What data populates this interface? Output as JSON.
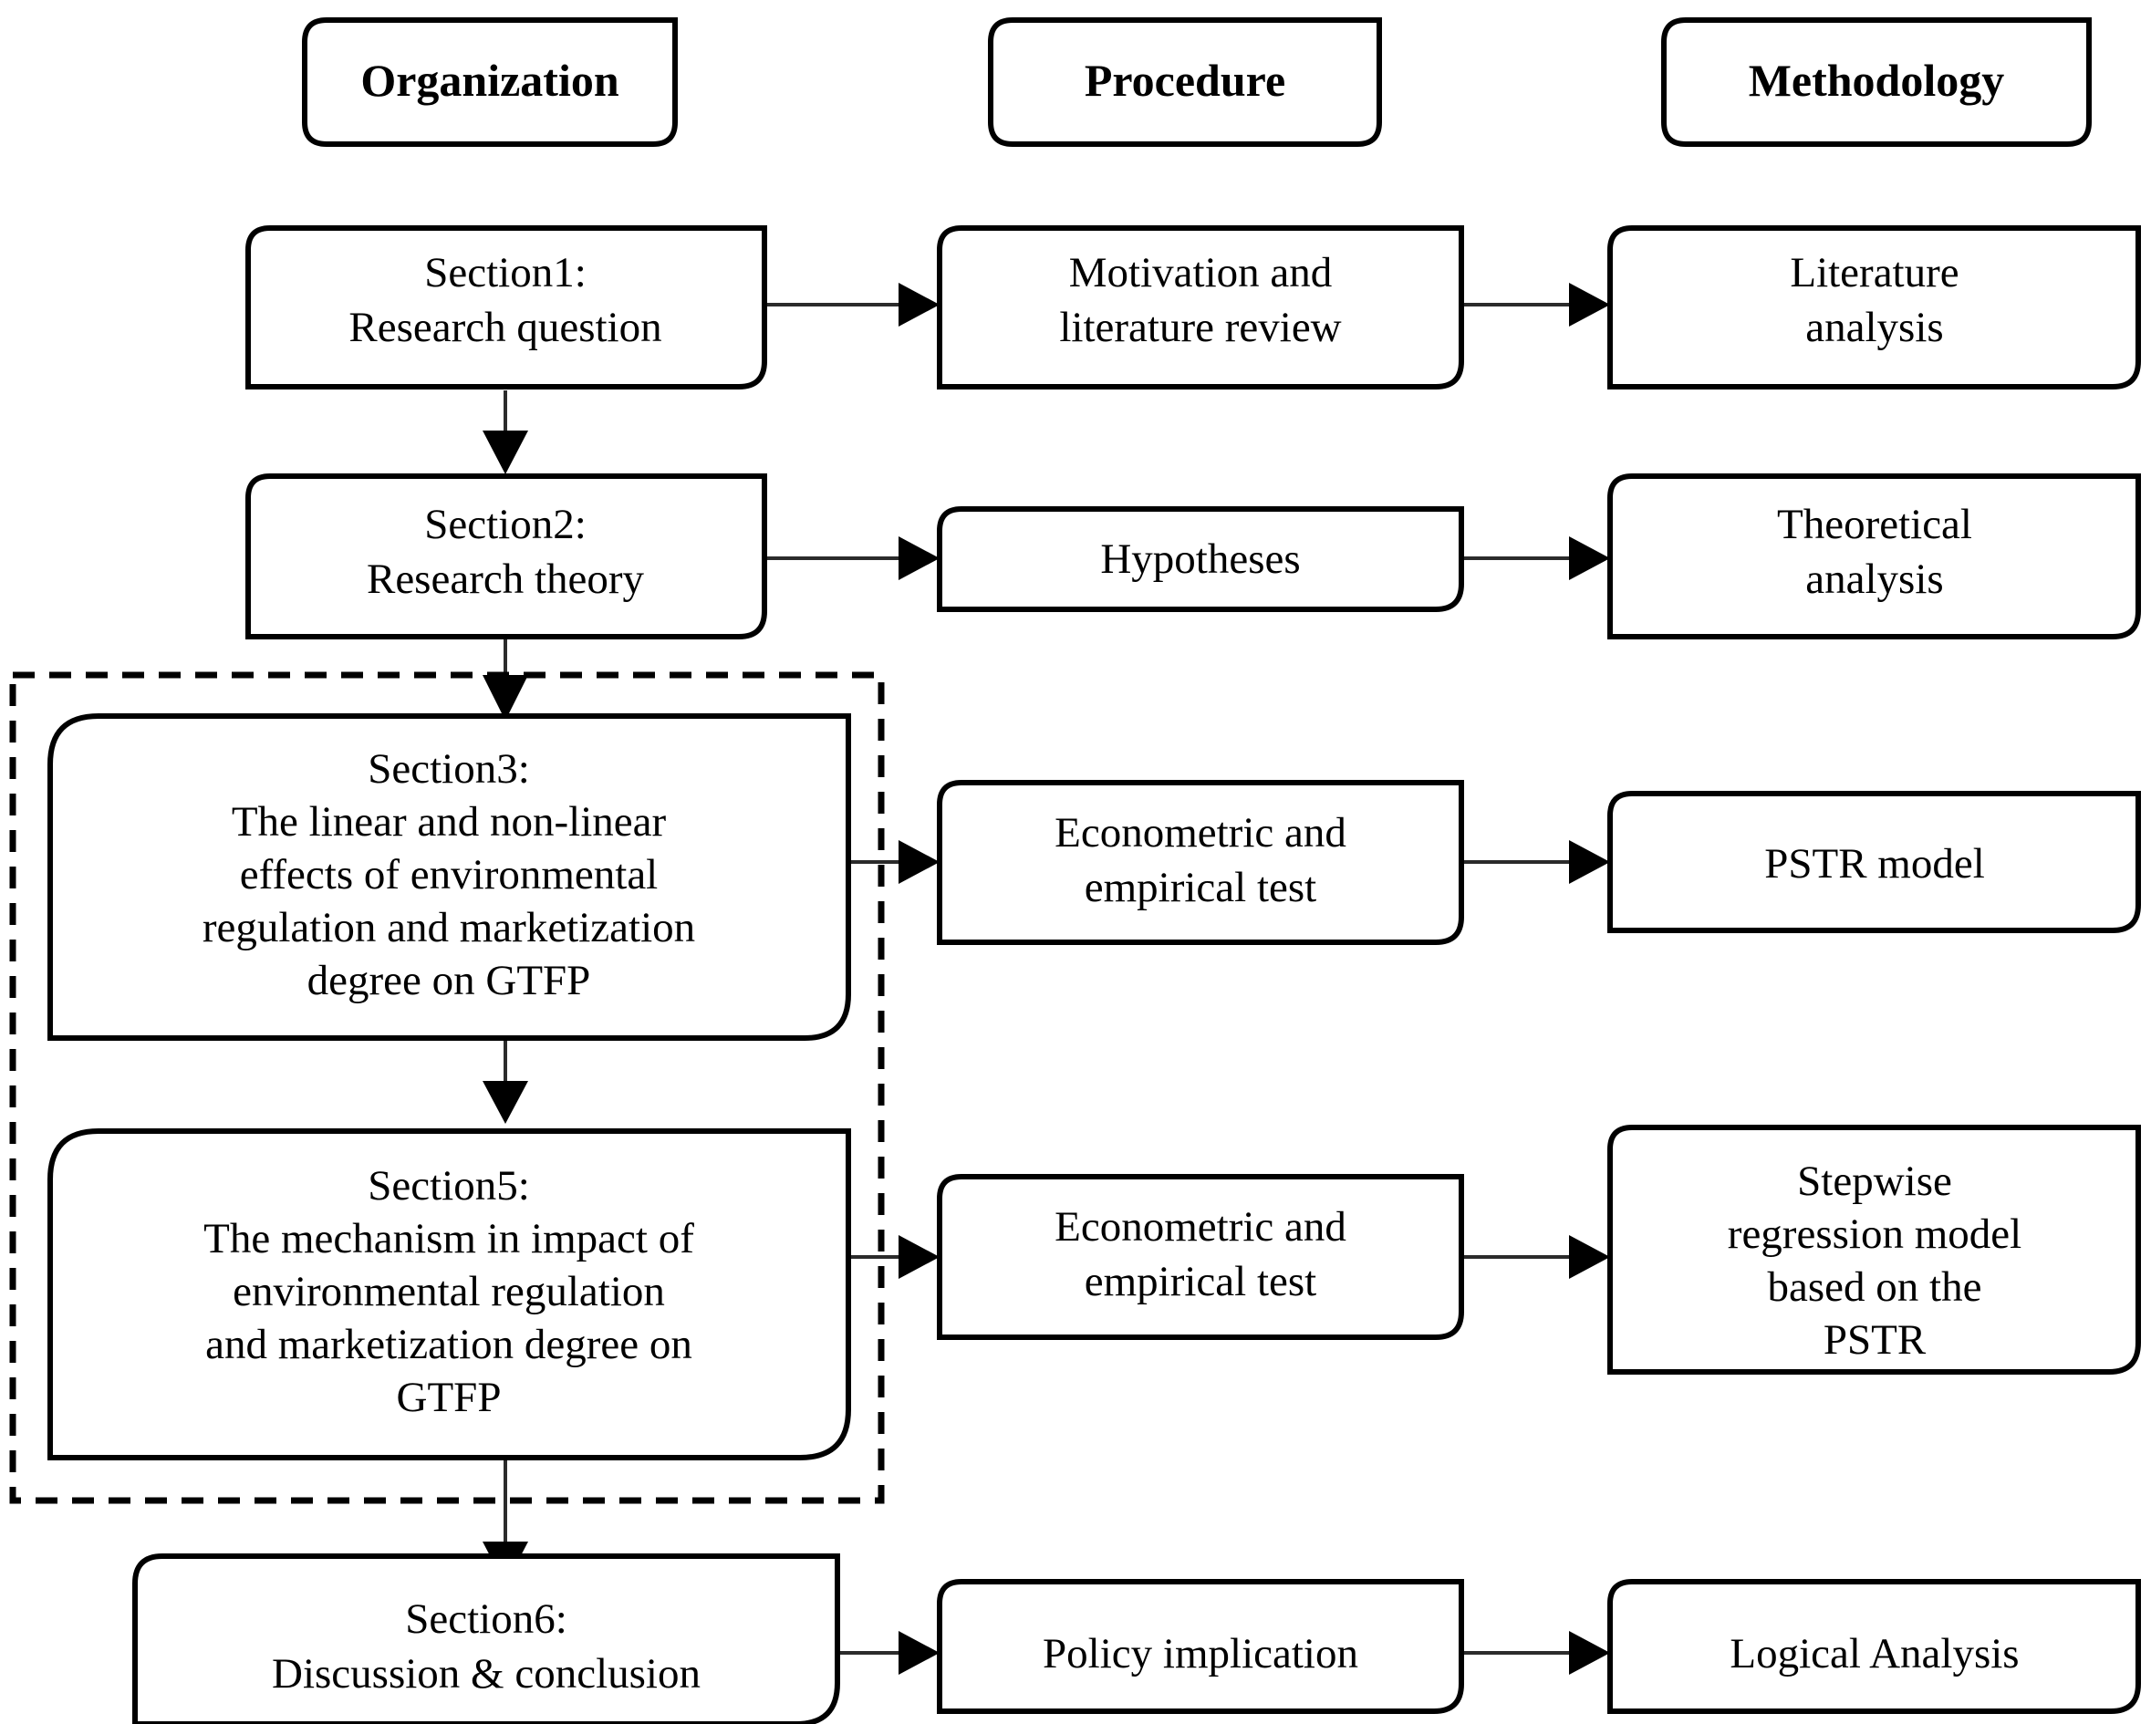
{
  "diagram": {
    "title": "Research framework flowchart",
    "background": "#ffffff",
    "line_color": "#000000",
    "text_color": "#000000"
  },
  "columns": [
    {
      "id": "organization",
      "label": "Organization"
    },
    {
      "id": "procedure",
      "label": "Procedure"
    },
    {
      "id": "methodology",
      "label": "Methodology"
    }
  ],
  "rows": [
    {
      "id": "row-1",
      "organization": {
        "lines": [
          "Section1:",
          "Research question"
        ]
      },
      "procedure": {
        "lines": [
          "Motivation and",
          "literature review"
        ]
      },
      "methodology": {
        "lines": [
          "Literature",
          "analysis"
        ]
      }
    },
    {
      "id": "row-2",
      "organization": {
        "lines": [
          "Section2:",
          "Research theory"
        ]
      },
      "procedure": {
        "lines": [
          "Hypotheses"
        ]
      },
      "methodology": {
        "lines": [
          "Theoretical",
          "analysis"
        ]
      }
    },
    {
      "id": "row-3",
      "organization": {
        "lines": [
          "Section3:",
          "The linear and non-linear",
          "effects of environmental",
          "regulation and marketization",
          "degree on GTFP"
        ]
      },
      "procedure": {
        "lines": [
          "Econometric and",
          "empirical test"
        ]
      },
      "methodology": {
        "lines": [
          "PSTR model"
        ]
      }
    },
    {
      "id": "row-4",
      "organization": {
        "lines": [
          "Section5:",
          "The mechanism in impact of",
          "environmental regulation",
          "and marketization degree on",
          "GTFP"
        ]
      },
      "procedure": {
        "lines": [
          "Econometric and",
          "empirical test"
        ]
      },
      "methodology": {
        "lines": [
          "Stepwise",
          "regression model",
          "based on the",
          "PSTR"
        ]
      }
    },
    {
      "id": "row-5",
      "organization": {
        "lines": [
          "Section6:",
          "Discussion & conclusion"
        ]
      },
      "procedure": {
        "lines": [
          "Policy implication"
        ]
      },
      "methodology": {
        "lines": [
          "Logical Analysis"
        ]
      }
    }
  ],
  "group_frame": {
    "id": "empirical-group",
    "style": "dashed",
    "contains": [
      "row-3",
      "row-4"
    ]
  },
  "connections": [
    {
      "id": "s1-to-motivation",
      "from": "row-1.organization",
      "to": "row-1.procedure",
      "direction": "right"
    },
    {
      "id": "motivation-to-literature",
      "from": "row-1.procedure",
      "to": "row-1.methodology",
      "direction": "right"
    },
    {
      "id": "s1-to-s2",
      "from": "row-1.organization",
      "to": "row-2.organization",
      "direction": "down"
    },
    {
      "id": "s2-to-hypotheses",
      "from": "row-2.organization",
      "to": "row-2.procedure",
      "direction": "right"
    },
    {
      "id": "hypotheses-to-theoretical",
      "from": "row-2.procedure",
      "to": "row-2.methodology",
      "direction": "right"
    },
    {
      "id": "s2-to-s3",
      "from": "row-2.organization",
      "to": "row-3.organization",
      "direction": "down"
    },
    {
      "id": "s3-to-econometric",
      "from": "row-3.organization",
      "to": "row-3.procedure",
      "direction": "right"
    },
    {
      "id": "econometric-to-pstr",
      "from": "row-3.procedure",
      "to": "row-3.methodology",
      "direction": "right"
    },
    {
      "id": "s3-to-s5",
      "from": "row-3.organization",
      "to": "row-4.organization",
      "direction": "down"
    },
    {
      "id": "s5-to-econometric",
      "from": "row-4.organization",
      "to": "row-4.procedure",
      "direction": "right"
    },
    {
      "id": "econometric-to-stepwise",
      "from": "row-4.procedure",
      "to": "row-4.methodology",
      "direction": "right"
    },
    {
      "id": "s5-to-s6",
      "from": "row-4.organization",
      "to": "row-5.organization",
      "direction": "down"
    },
    {
      "id": "s6-to-policy",
      "from": "row-5.organization",
      "to": "row-5.procedure",
      "direction": "right"
    },
    {
      "id": "policy-to-logical",
      "from": "row-5.procedure",
      "to": "row-5.methodology",
      "direction": "right"
    }
  ]
}
